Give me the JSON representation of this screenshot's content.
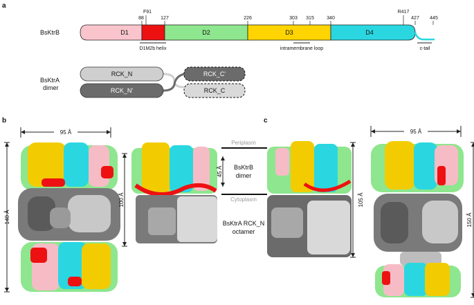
{
  "panels": {
    "a": "a",
    "b": "b",
    "c": "c"
  },
  "domain_map": {
    "protein_label": "BsKtrB",
    "positions": [
      "88",
      "F91",
      "127",
      "226",
      "303",
      "315",
      "340",
      "R417",
      "427",
      "445"
    ],
    "domains": [
      {
        "label": "D1",
        "color": "#f9c4cc"
      },
      {
        "label": "D2",
        "color": "#8ee68e"
      },
      {
        "label": "D3",
        "color": "#ffd400"
      },
      {
        "label": "D4",
        "color": "#2ad7e0"
      }
    ],
    "helix_color": "#ee1111",
    "tail_color": "#2ad7e0",
    "annotations": [
      "D1M2b helix",
      "intramembrane loop",
      "c-tail"
    ]
  },
  "ktra": {
    "label_line1": "BsKtrA",
    "label_line2": "dimer",
    "boxes": [
      {
        "label": "RCK_N",
        "fill": "#cfcfcf",
        "dashed": false
      },
      {
        "label": "RCK_N'",
        "fill": "#6b6b6b",
        "dashed": false
      },
      {
        "label": "RCK_C'",
        "fill": "#6b6b6b",
        "dashed": true
      },
      {
        "label": "RCK_C",
        "fill": "#d9d9d9",
        "dashed": true
      }
    ]
  },
  "dimensions": {
    "b_width": "95 Å",
    "b_height": "140 Å",
    "b_model_height": "100 Å",
    "membrane": "45 Å",
    "c_model_height": "105 Å",
    "c_width": "95 Å",
    "c_height": "150 Å"
  },
  "membrane": {
    "periplasm": "Periplasm",
    "cytoplasm": "Cytoplasm",
    "ktrb_line1": "BsKtrB",
    "ktrb_line2": "dimer",
    "ktra_line1": "BsKtrA RCK_N",
    "ktra_line2": "octamer"
  }
}
